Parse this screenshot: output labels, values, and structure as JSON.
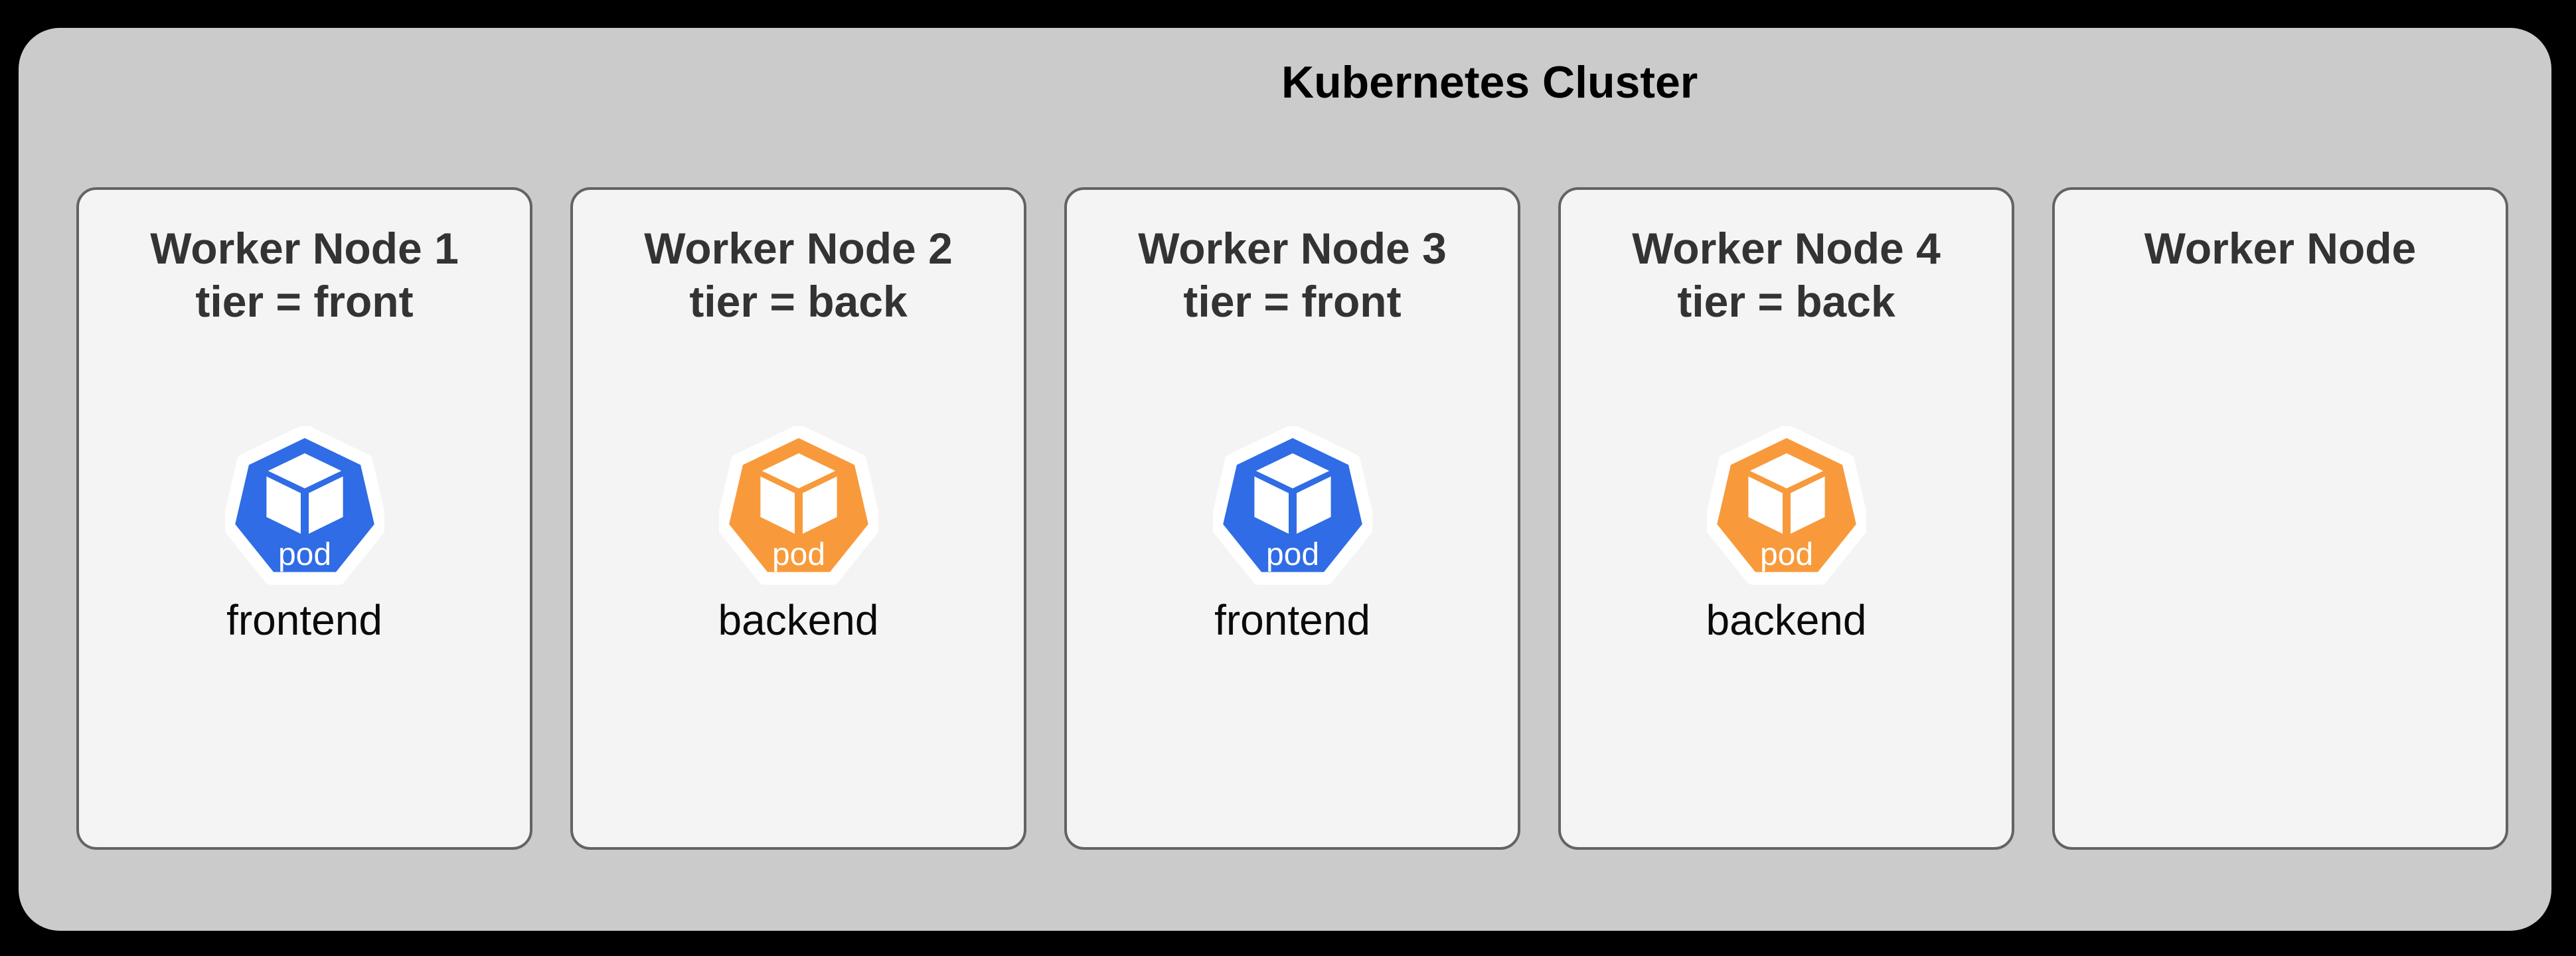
{
  "diagram": {
    "title": "Kubernetes Cluster"
  },
  "colors": {
    "canvas_bg": "#000000",
    "cluster_bg": "#cbcbcb",
    "node_bg": "#f4f4f4",
    "node_border": "#636363",
    "title_color": "#000000",
    "node_title_color": "#333333",
    "pod_blue": "#2f6ce5",
    "pod_orange": "#f89a3b",
    "pod_icon_text_color": "#ffffff",
    "pod_label_color": "#0a0a0a"
  },
  "nodes": [
    {
      "title": "Worker Node 1",
      "subtitle": "tier = front",
      "pods": [
        {
          "icon": "pod-icon",
          "icon_text": "pod",
          "color": "blue",
          "label": "frontend"
        }
      ]
    },
    {
      "title": "Worker Node 2",
      "subtitle": "tier = back",
      "pods": [
        {
          "icon": "pod-icon",
          "icon_text": "pod",
          "color": "orange",
          "label": "backend"
        }
      ]
    },
    {
      "title": "Worker Node 3",
      "subtitle": "tier = front",
      "pods": [
        {
          "icon": "pod-icon",
          "icon_text": "pod",
          "color": "blue",
          "label": "frontend"
        }
      ]
    },
    {
      "title": "Worker Node 4",
      "subtitle": "tier = back",
      "pods": [
        {
          "icon": "pod-icon",
          "icon_text": "pod",
          "color": "orange",
          "label": "backend"
        }
      ]
    },
    {
      "title": "Worker Node",
      "subtitle": "",
      "pods": []
    }
  ]
}
